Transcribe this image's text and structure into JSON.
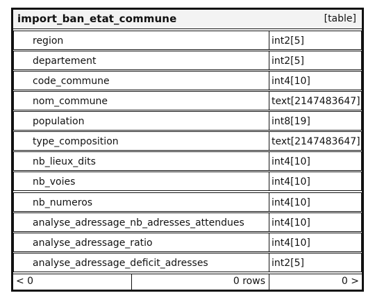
{
  "table": {
    "name": "import_ban_etat_commune",
    "kind": "[table]",
    "columns": [
      {
        "name": "region",
        "type": "int2[5]"
      },
      {
        "name": "departement",
        "type": "int2[5]"
      },
      {
        "name": "code_commune",
        "type": "int4[10]"
      },
      {
        "name": "nom_commune",
        "type": "text[2147483647]"
      },
      {
        "name": "population",
        "type": "int8[19]"
      },
      {
        "name": "type_composition",
        "type": "text[2147483647]"
      },
      {
        "name": "nb_lieux_dits",
        "type": "int4[10]"
      },
      {
        "name": "nb_voies",
        "type": "int4[10]"
      },
      {
        "name": "nb_numeros",
        "type": "int4[10]"
      },
      {
        "name": "analyse_adressage_nb_adresses_attendues",
        "type": "int4[10]"
      },
      {
        "name": "analyse_adressage_ratio",
        "type": "int4[10]"
      },
      {
        "name": "analyse_adressage_deficit_adresses",
        "type": "int2[5]"
      }
    ]
  },
  "footer": {
    "left": "< 0",
    "middle": "0 rows",
    "right": "0 >"
  }
}
